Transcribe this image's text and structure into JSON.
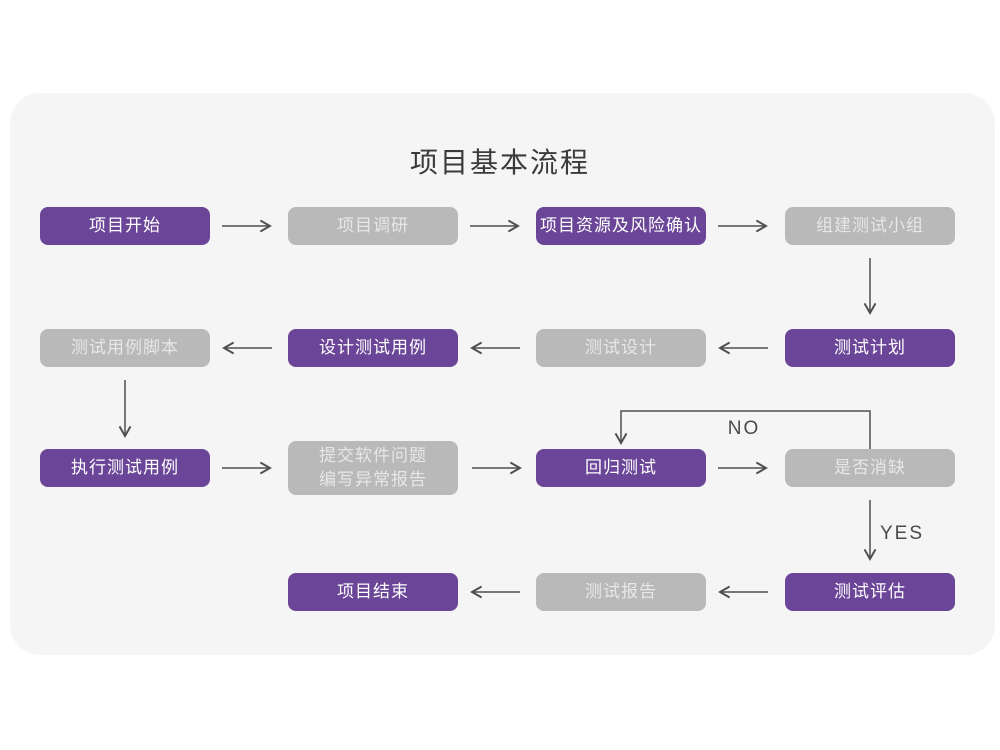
{
  "title": "项目基本流程",
  "branch_labels": {
    "no": "NO",
    "yes": "YES"
  },
  "colors": {
    "primary_purple": "#6b4597",
    "inactive_gray": "#b9b9b9",
    "gray_node_text": "#e7e7e7",
    "purple_node_text": "#ffffff",
    "arrow_gray": "#4f4f4f",
    "card_background": "#f5f5f6",
    "title_text": "#3b3b3b"
  },
  "nodes": [
    {
      "label": "项目开始",
      "variant": "purple"
    },
    {
      "label": "项目调研",
      "variant": "gray"
    },
    {
      "label": "项目资源及风险确认",
      "variant": "purple"
    },
    {
      "label": "组建测试小组",
      "variant": "gray"
    },
    {
      "label": "测试计划",
      "variant": "purple"
    },
    {
      "label": "测试设计",
      "variant": "gray"
    },
    {
      "label": "设计测试用例",
      "variant": "purple"
    },
    {
      "label": "测试用例脚本",
      "variant": "gray"
    },
    {
      "label": "执行测试用例",
      "variant": "purple"
    },
    {
      "label": "提交软件问题\n编写异常报告",
      "variant": "gray"
    },
    {
      "label": "回归测试",
      "variant": "purple"
    },
    {
      "label": "是否消缺",
      "variant": "gray"
    },
    {
      "label": "测试评估",
      "variant": "purple"
    },
    {
      "label": "测试报告",
      "variant": "gray"
    },
    {
      "label": "项目结束",
      "variant": "purple"
    }
  ]
}
